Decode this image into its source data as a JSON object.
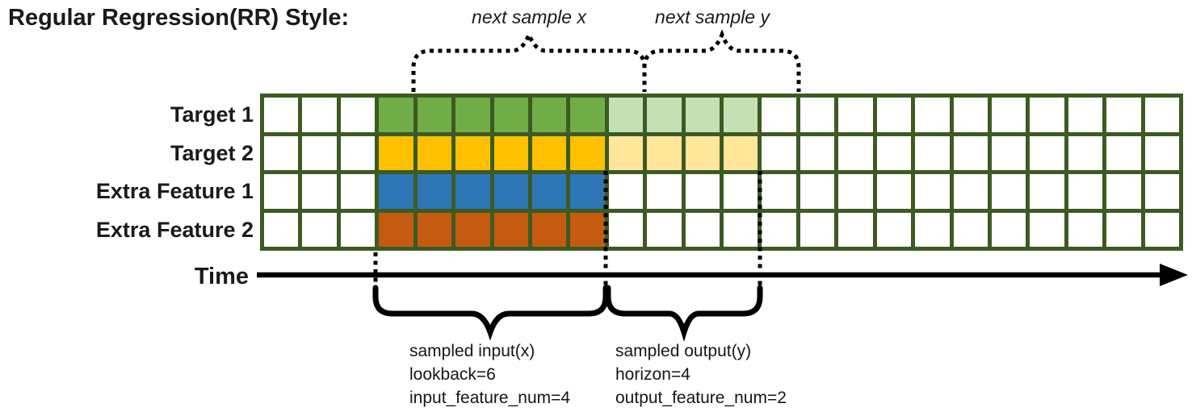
{
  "title": "Regular Regression(RR) Style:",
  "top_annotations": {
    "next_sample_x": "next sample x",
    "next_sample_y": "next sample y"
  },
  "rows": [
    {
      "label": "Target 1",
      "input_color": "#70AD47",
      "output_color": "#C5E0B4"
    },
    {
      "label": "Target 2",
      "input_color": "#FFC000",
      "output_color": "#FFE699"
    },
    {
      "label": "Extra Feature 1",
      "input_color": "#2E75B6",
      "output_color": null
    },
    {
      "label": "Extra Feature 2",
      "input_color": "#C55A11",
      "output_color": null
    }
  ],
  "grid": {
    "columns": 24,
    "input_start_col": 4,
    "input_end_col": 9,
    "output_start_col": 10,
    "output_end_col": 13,
    "border_color": "#3C5B22",
    "empty_color": "#FFFFFF"
  },
  "time_axis": {
    "label": "Time",
    "arrow_color": "#000000"
  },
  "input_annotation": {
    "lines": [
      "sampled input(x)",
      "lookback=6",
      "input_feature_num=4"
    ]
  },
  "output_annotation": {
    "lines": [
      "sampled output(y)",
      "horizon=4",
      "output_feature_num=2"
    ]
  }
}
